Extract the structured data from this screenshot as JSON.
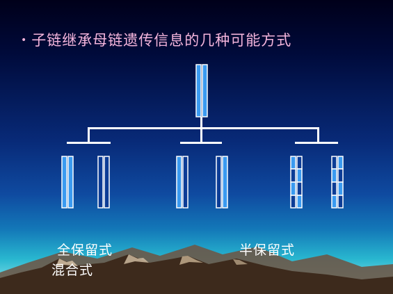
{
  "title": {
    "bullet": "•",
    "text": "子链继承母链遗传信息的几种可能方式"
  },
  "labels": {
    "conservative": "全保留式",
    "semiconservative": "半保留式",
    "dispersive": "混合式"
  },
  "colors": {
    "strand_parent": "#3a9af0",
    "strand_new": "#0c3c96",
    "strand_outline": "#ffffff",
    "connector": "#ffffff",
    "title_text": "#f5b5dc"
  }
}
